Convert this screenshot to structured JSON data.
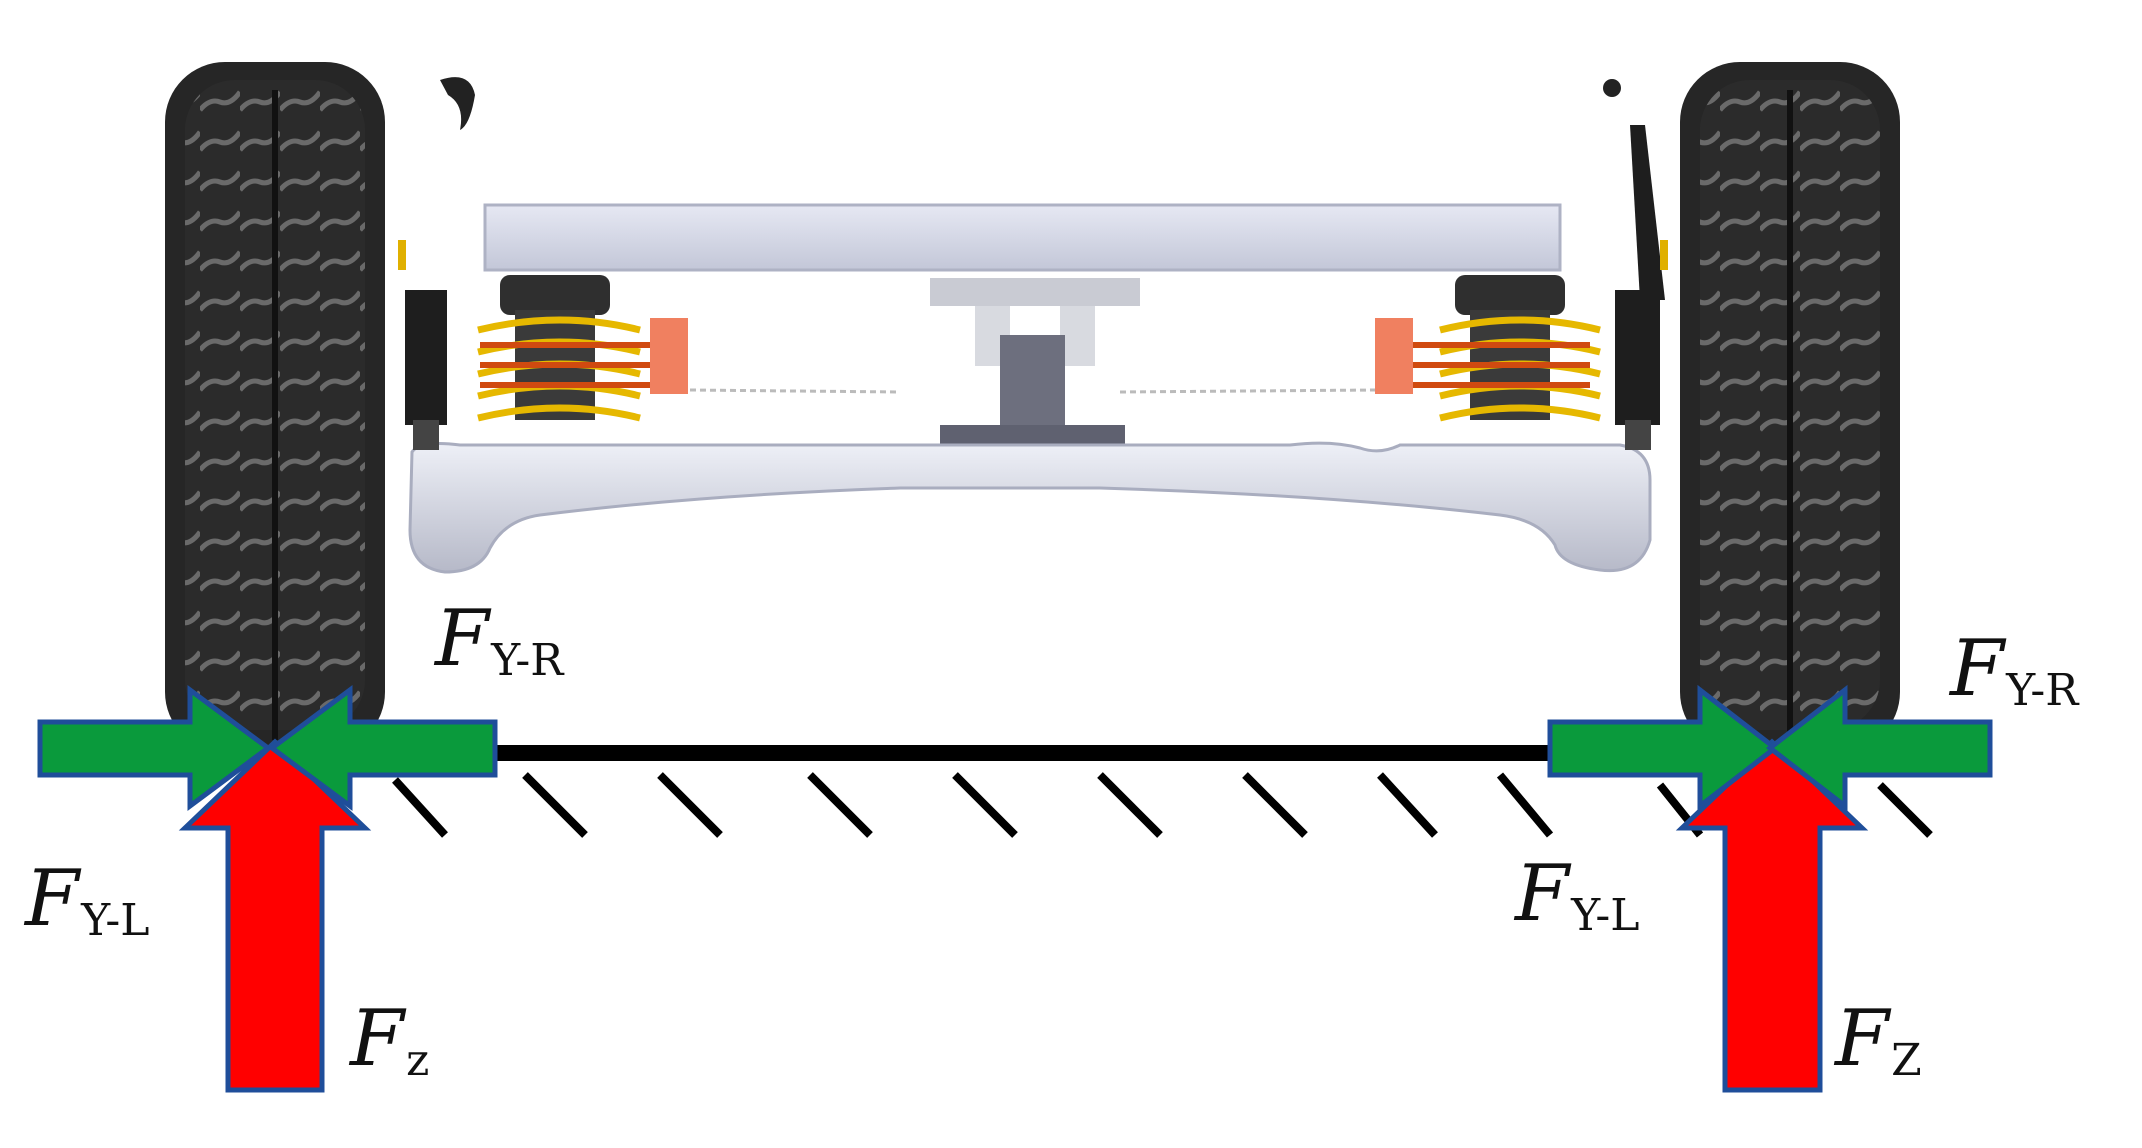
{
  "labels": {
    "left_fy_r": {
      "main": "F",
      "sub": "Y-R"
    },
    "left_fy_l": {
      "main": "F",
      "sub": "Y-L"
    },
    "left_fz": {
      "main": "F",
      "sub": "z"
    },
    "right_fy_r": {
      "main": "F",
      "sub": "Y-R"
    },
    "right_fy_l": {
      "main": "F",
      "sub": "Y-L"
    },
    "right_fz": {
      "main": "F",
      "sub": "Z"
    }
  },
  "colors": {
    "lateral_arrow": "#0a9a3c",
    "vertical_arrow": "#ff0000",
    "arrow_outline": "#1f4e9a",
    "tire": "#2b2b2b",
    "ground": "#000000",
    "spring": "#e6b800",
    "frame": "#d9dce8",
    "axle_beam": "#c8cbd8"
  },
  "icons": [
    "left-tire",
    "right-tire",
    "axle-beam",
    "frame-rail",
    "coil-spring",
    "shock-absorber",
    "ground-hatch"
  ]
}
